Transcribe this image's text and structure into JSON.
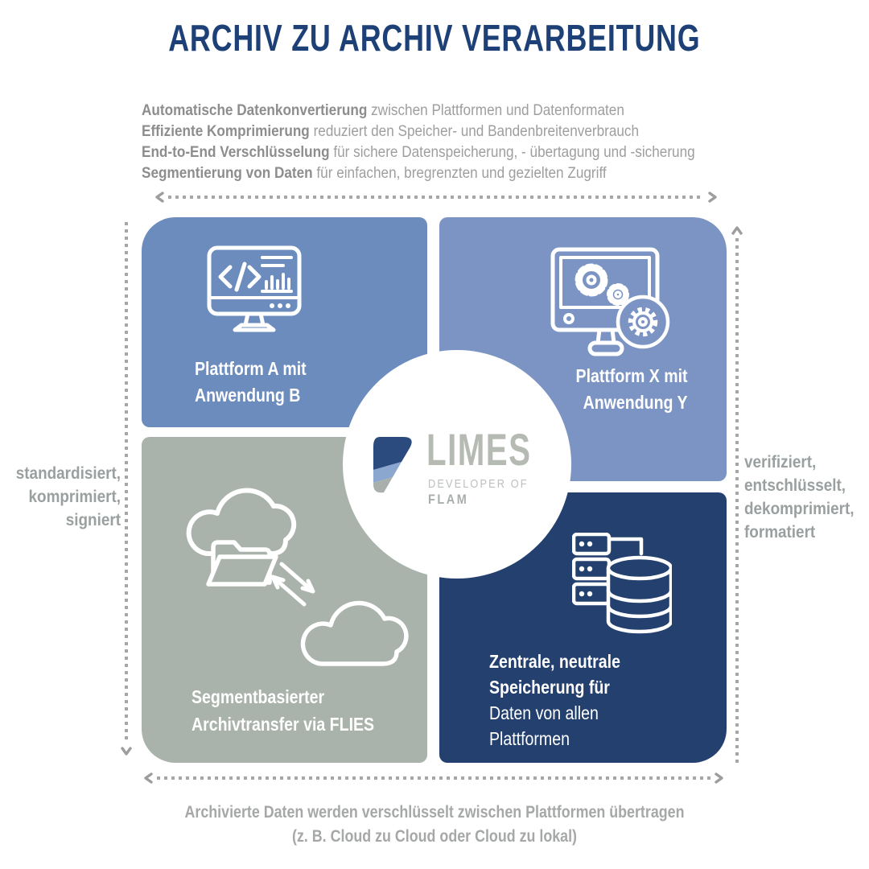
{
  "title": "ARCHIV ZU ARCHIV VERARBEITUNG",
  "features": [
    {
      "bold": "Automatische Datenkonvertierung",
      "rest": " zwischen Plattformen und Datenformaten"
    },
    {
      "bold": "Effiziente Komprimierung",
      "rest": " reduziert den Speicher- und Bandenbreitenverbrauch"
    },
    {
      "bold": "End-to-End Verschlüsselung",
      "rest": " für sichere Datenspeicherung, - übertagung und -sicherung"
    },
    {
      "bold": "Segmentierung von Daten",
      "rest": " für einfachen, bregrenzten und gezielten Zugriff"
    }
  ],
  "boxes": {
    "top_left": {
      "lines": [
        "Plattform A mit",
        "Anwendung B"
      ],
      "icon": "monitor-code-chart-icon",
      "color": "#6d8cbe"
    },
    "top_right": {
      "lines": [
        "Plattform X mit",
        "Anwendung Y"
      ],
      "icon": "monitor-gears-icon",
      "color": "#7b94c4"
    },
    "bottom_left": {
      "lines": [
        "Segmentbasierter",
        "Archivtransfer via FLIES"
      ],
      "icon": "cloud-folder-transfer-icon",
      "color": "#a9b2ab"
    },
    "bottom_right": {
      "bold_lines": [
        "Zentrale, neutrale",
        "Speicherung für"
      ],
      "lines": [
        "Daten von allen",
        "Plattformen"
      ],
      "icon": "server-database-icon",
      "color": "#23406f"
    }
  },
  "left_annotation": [
    "standardisiert,",
    "komprimiert,",
    "signiert"
  ],
  "right_annotation": [
    "verifiziert,",
    "entschlüsselt,",
    "dekomprimiert,",
    "formatiert"
  ],
  "bottom_caption": [
    "Archivierte Daten werden verschlüsselt zwischen Plattformen übertragen",
    "(z. B. Cloud zu Cloud oder Cloud zu lokal)"
  ],
  "logo": {
    "brand": "LIMES",
    "tagline": "DEVELOPER OF",
    "product": "FLAM"
  },
  "colors": {
    "title": "#1d4077",
    "body_text": "#9e9e9e",
    "arrows": "#a6a6a6",
    "box_top_left": "#6d8cbe",
    "box_top_right": "#7b94c4",
    "box_bottom_left": "#a9b2ab",
    "box_bottom_right": "#23406f",
    "logo_text": "#b5bbb3",
    "logo_navy": "#2b4a7e",
    "logo_blue": "#8ba6cf",
    "logo_gray": "#a9b0ab"
  }
}
